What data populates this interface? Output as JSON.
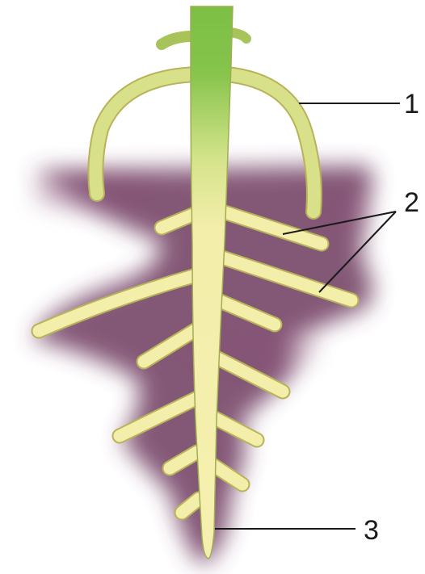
{
  "labels": {
    "label_1": "1",
    "label_2": "2",
    "label_3": "3"
  },
  "colors": {
    "stem_top": "#7cbf45",
    "stem_mid": "#c8dd7a",
    "root": "#f3eeaa",
    "root_outline": "#b8b35a",
    "soil": "#6e3a5e",
    "leaf": "#d9e08a",
    "ink": "#1a1a1a"
  }
}
